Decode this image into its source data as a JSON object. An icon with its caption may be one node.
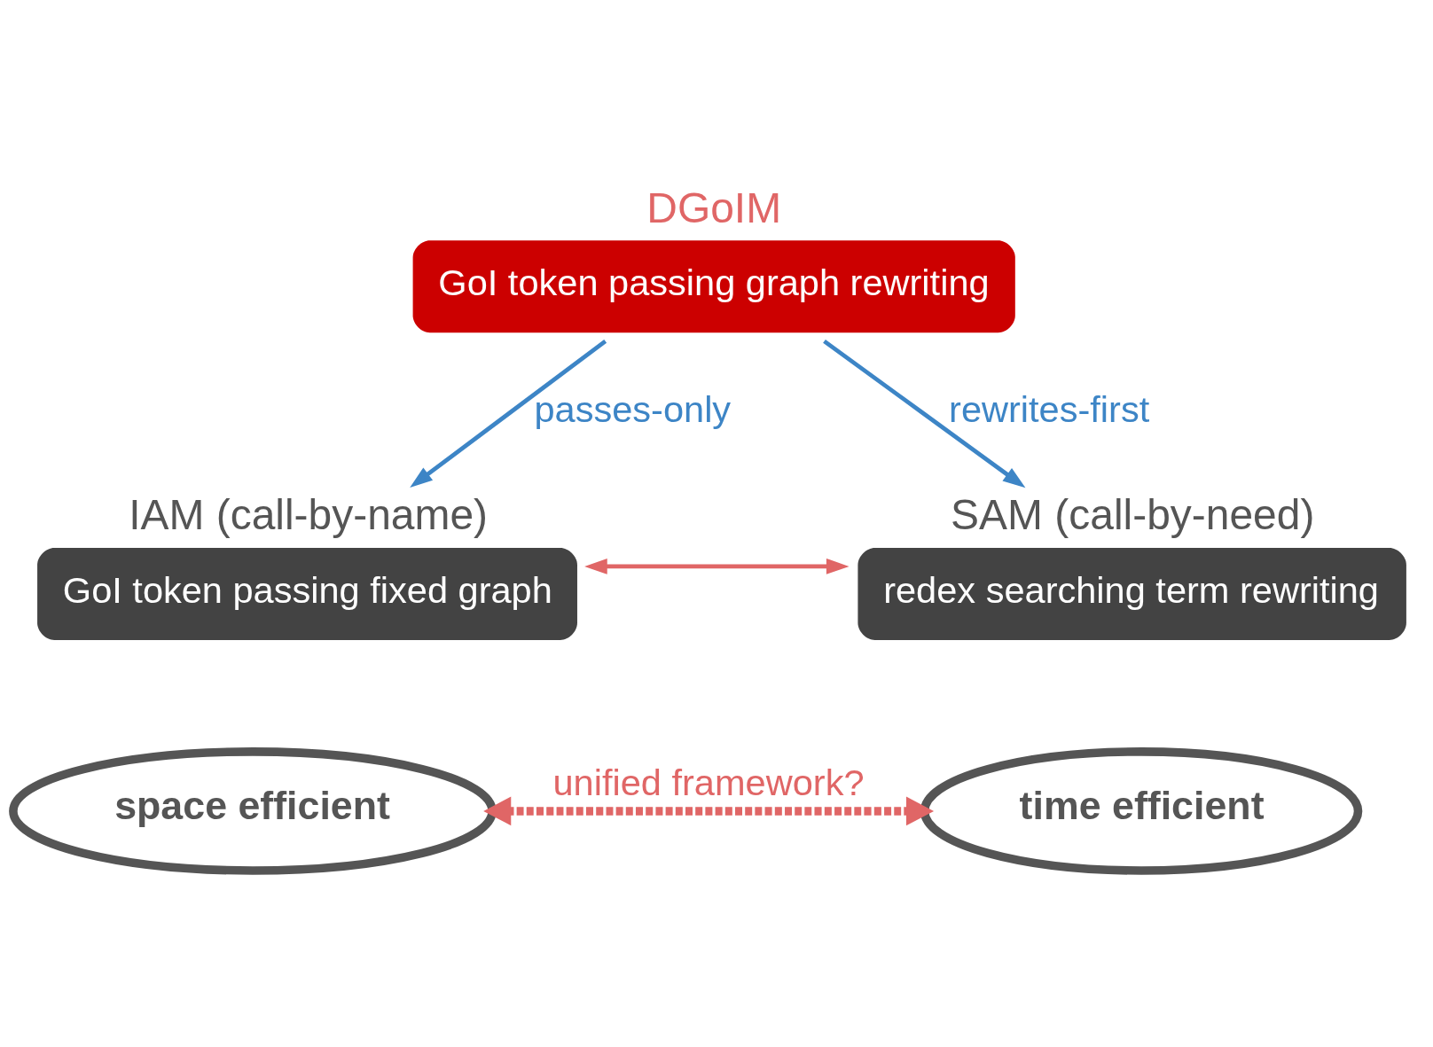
{
  "diagram": {
    "nodes": [
      {
        "text": [
          "DGoIM",
          "GoI token passing graph rewriting"
        ]
      },
      {
        "text": [
          "IAM (call-by-name)",
          "GoI token passing fixed graph"
        ]
      },
      {
        "text": [
          "SAM (call-by-need)",
          "redex searching term rewriting"
        ]
      },
      {
        "text": [
          "space efficient"
        ]
      },
      {
        "text": [
          "time efficient"
        ]
      }
    ],
    "edges": [
      {
        "from": 0,
        "to": 1,
        "arrow": "to",
        "label": "passes-only",
        "color": "#3d85c6"
      },
      {
        "from": 0,
        "to": 2,
        "arrow": "to",
        "label": "rewrites-first",
        "color": "#3d85c6"
      },
      {
        "from": 1,
        "to": 2,
        "arrow": "both",
        "color": "#e06666"
      },
      {
        "from": 3,
        "to": 4,
        "arrow": "both",
        "label": "unified framework?",
        "style": "dashed",
        "color": "#e06666"
      }
    ]
  }
}
